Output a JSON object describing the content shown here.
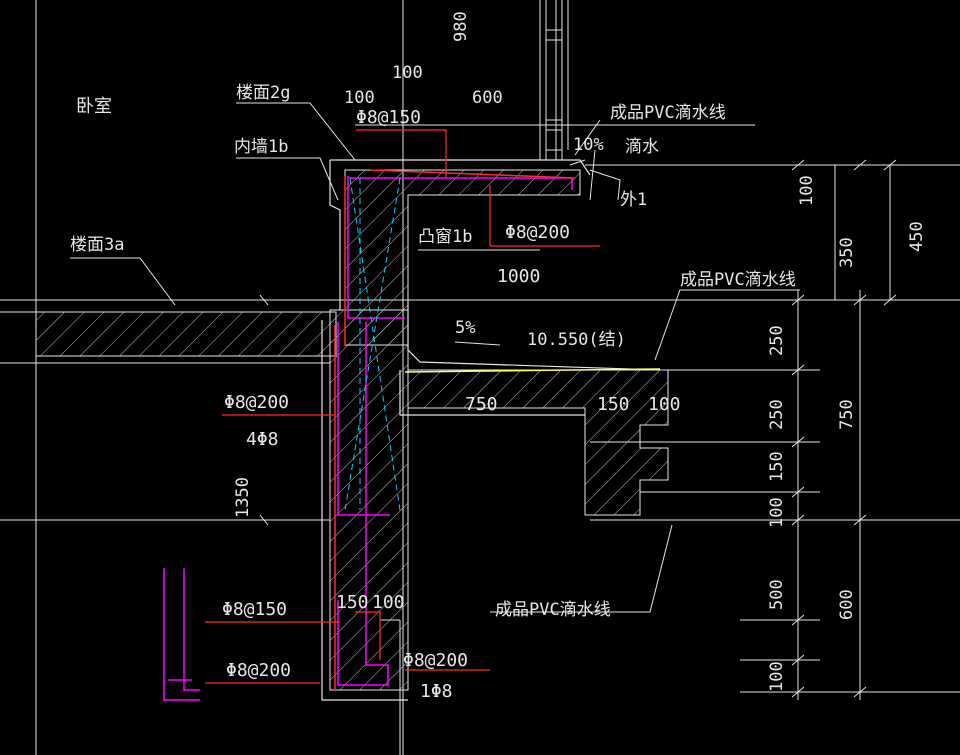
{
  "canvas": {
    "background": "#000000"
  },
  "colors": {
    "line": "#e6e6e6",
    "rebar_red": "#ff2a2a",
    "rebar_magenta": "#ff00ff",
    "hatch": "#bdbdbd",
    "dash_cyan": "#00d0ff",
    "yellow": "#ffff60"
  },
  "room_label": "卧室",
  "labels": {
    "floor_2g": "楼面2g",
    "inner_wall_1b": "内墙1b",
    "floor_3a": "楼面3a",
    "bay_window_1b": "凸窗1b",
    "pvc_drip_1": "成品PVC滴水线",
    "pvc_drip_2": "成品PVC滴水线",
    "pvc_drip_3": "成品PVC滴水线",
    "drip": "滴水",
    "ext_1": "外1",
    "slope_10": "10%",
    "slope_5": "5%",
    "elevation": "10.550(结)"
  },
  "rebar": {
    "top_slab": "Φ8@150",
    "bay_slab": "Φ8@200",
    "wall_vert": "Φ8@200",
    "wall_long": "4Φ8",
    "lower_1": "Φ8@150",
    "lower_2": "Φ8@200",
    "lower_3": "Φ8@200",
    "lower_4": "1Φ8"
  },
  "dims": {
    "d_980": "980",
    "d_100_top": "100",
    "d_100_left": "100",
    "d_600": "600",
    "d_1000": "1000",
    "d_750_h": "750",
    "d_150_h": "150",
    "d_100_h": "100",
    "d_1350": "1350",
    "d_150_low": "150",
    "d_100_low": "100",
    "right_100_a": "100",
    "right_350": "350",
    "right_450": "450",
    "right_250_a": "250",
    "right_250_b": "250",
    "right_750": "750",
    "right_150": "150",
    "right_100_b": "100",
    "right_500": "500",
    "right_600": "600",
    "right_100_c": "100"
  }
}
